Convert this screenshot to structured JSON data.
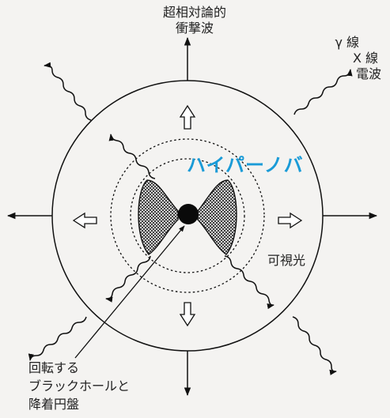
{
  "labels": {
    "shock_line1": "超相対論的",
    "shock_line2": "衝撃波",
    "gamma": "γ 線",
    "xray": "X 線",
    "radio": "電波",
    "hypernova": "ハイパーノバ",
    "visible": "可視光",
    "bh_line1": "回転する",
    "bh_line2": "ブラックホールと",
    "bh_line3": "降着円盤"
  },
  "colors": {
    "hypernova": "#1a9bd7",
    "ink": "#111111",
    "background": "#f4f3f1"
  }
}
